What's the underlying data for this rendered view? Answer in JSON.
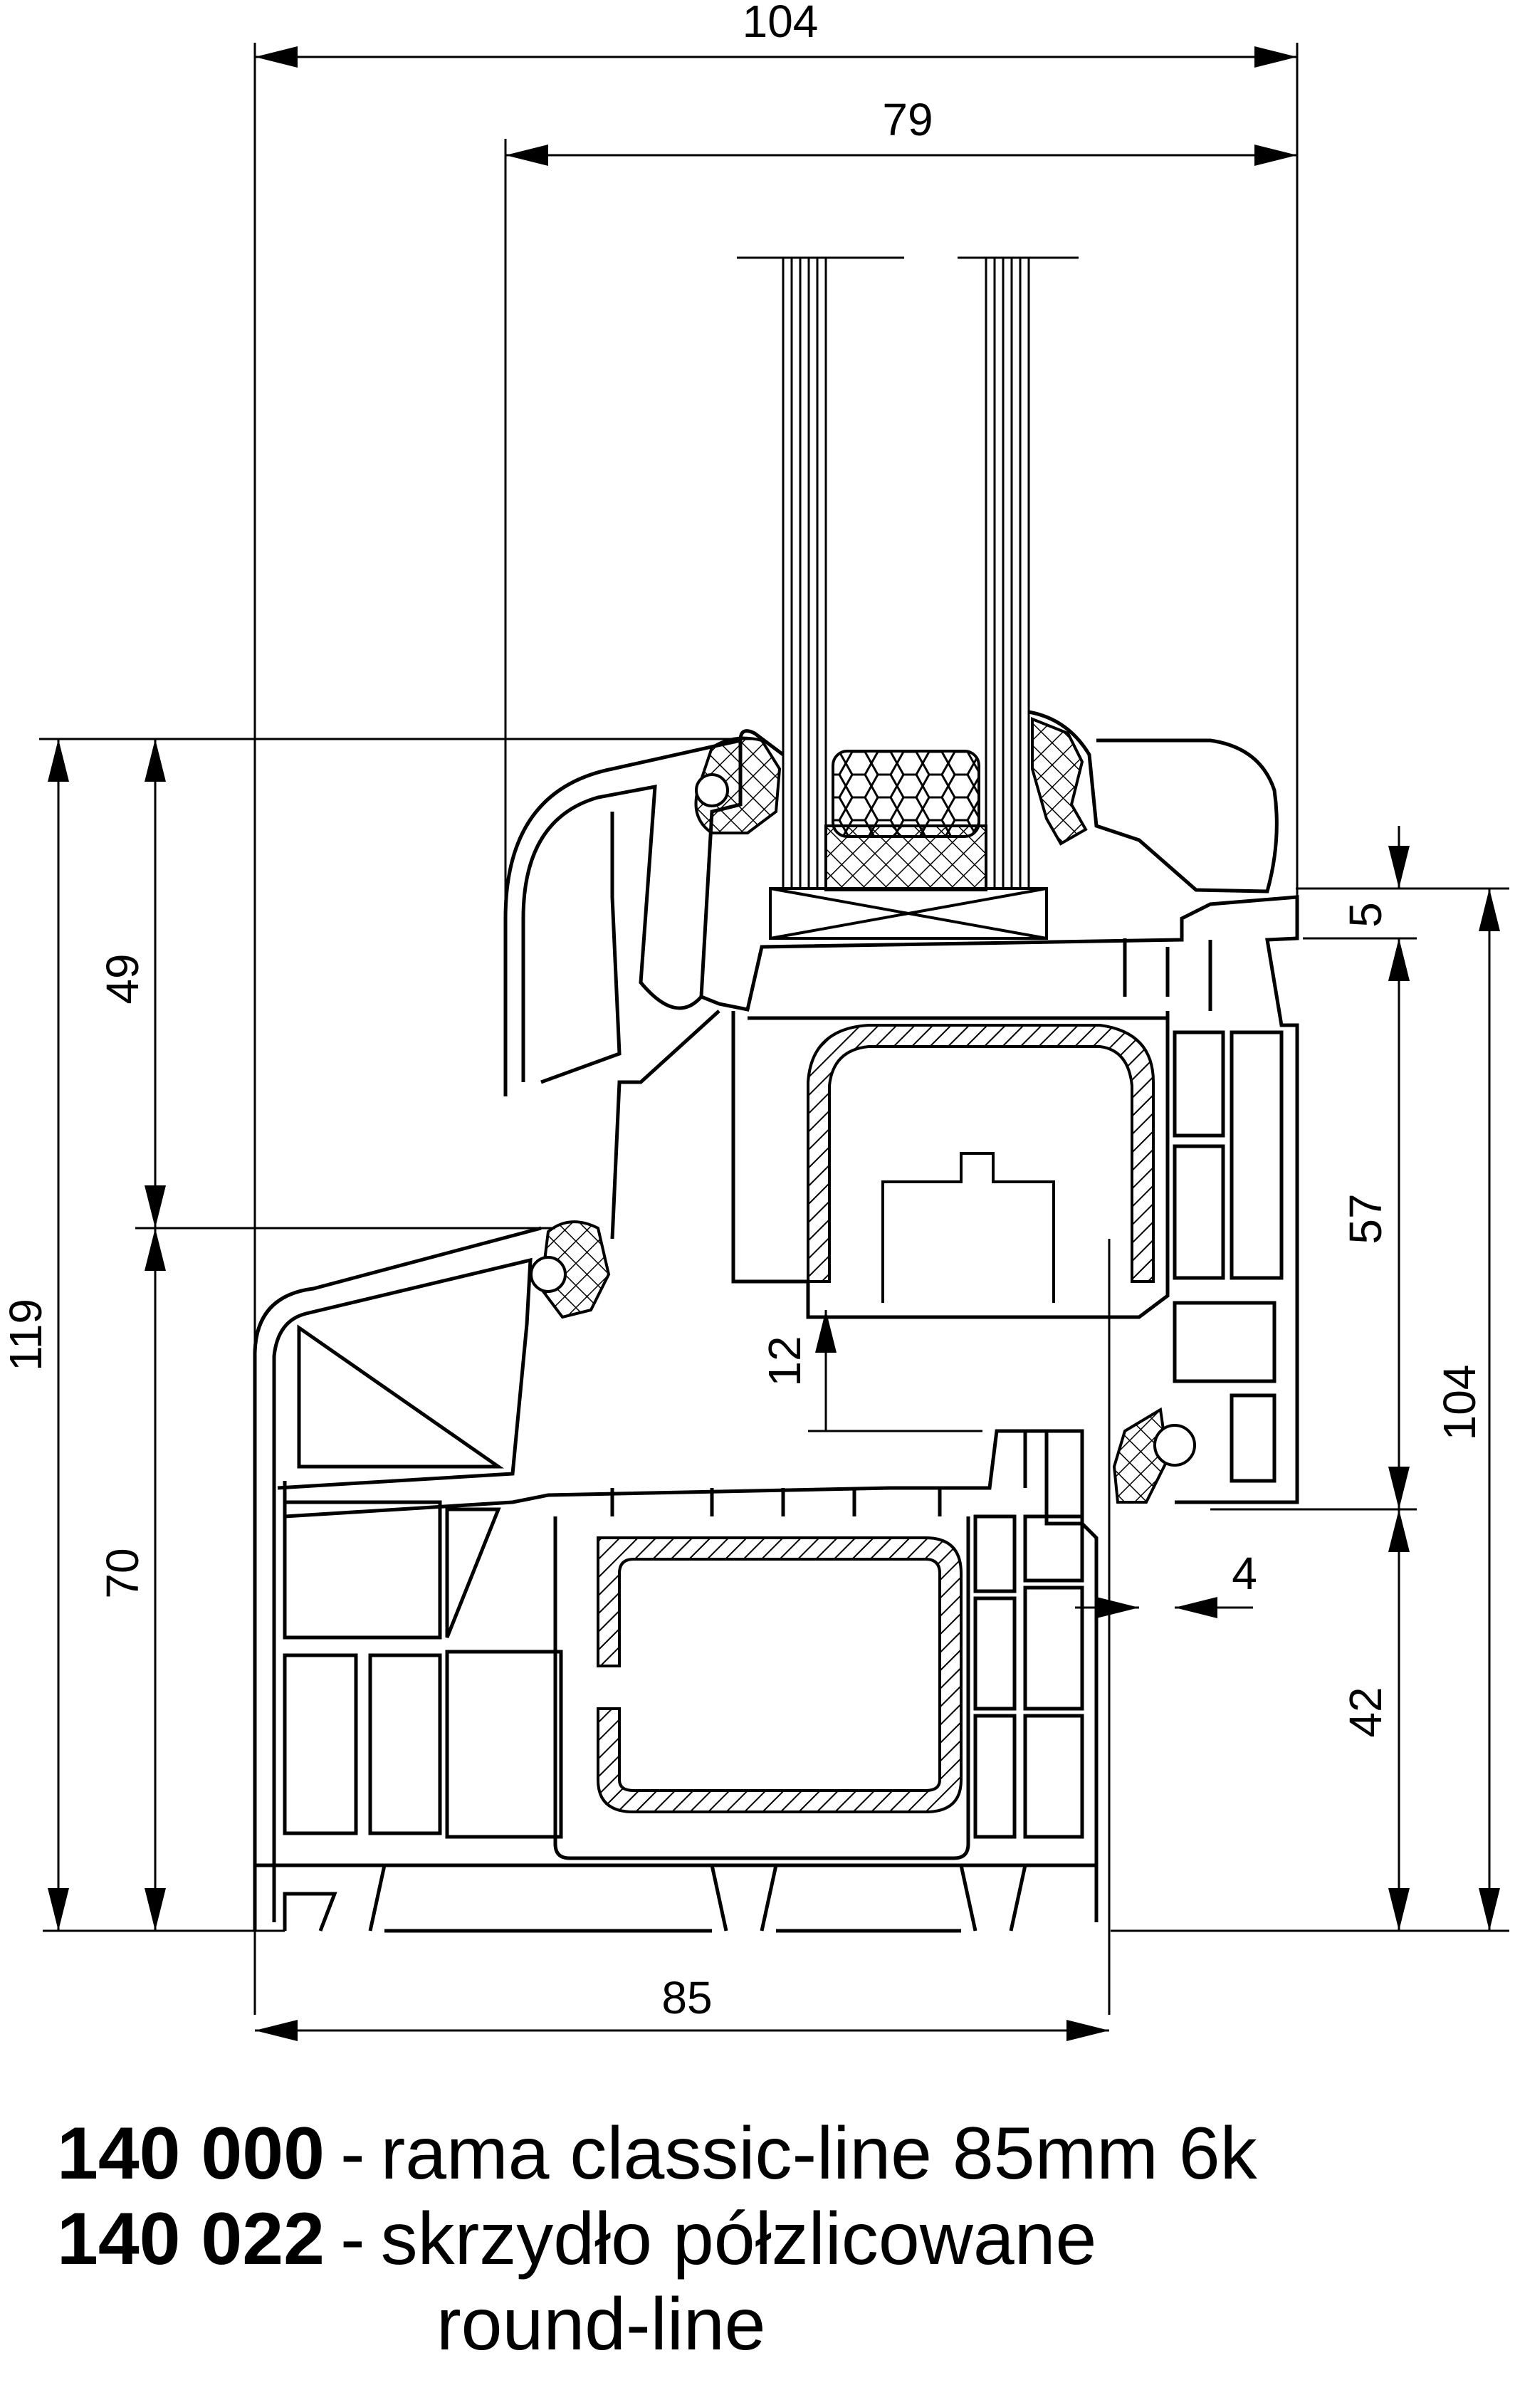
{
  "dimensions": {
    "overall_glass_width": "104",
    "sash_width": "79",
    "overall_height": "119",
    "sash_upper": "49",
    "frame_lower": "70",
    "offset_top": "5",
    "sash_height": "57",
    "frame_height_right": "104",
    "rebate_gap": "12",
    "gasket_gap": "4",
    "frame_bottom": "42",
    "frame_depth": "85"
  },
  "legend": [
    {
      "code": "140 000",
      "separator": "-",
      "text": "rama classic-line 85mm 6k"
    },
    {
      "code": "140 022",
      "separator": "-",
      "text": "skrzydło półzlicowane",
      "continuation": "round-line"
    }
  ]
}
